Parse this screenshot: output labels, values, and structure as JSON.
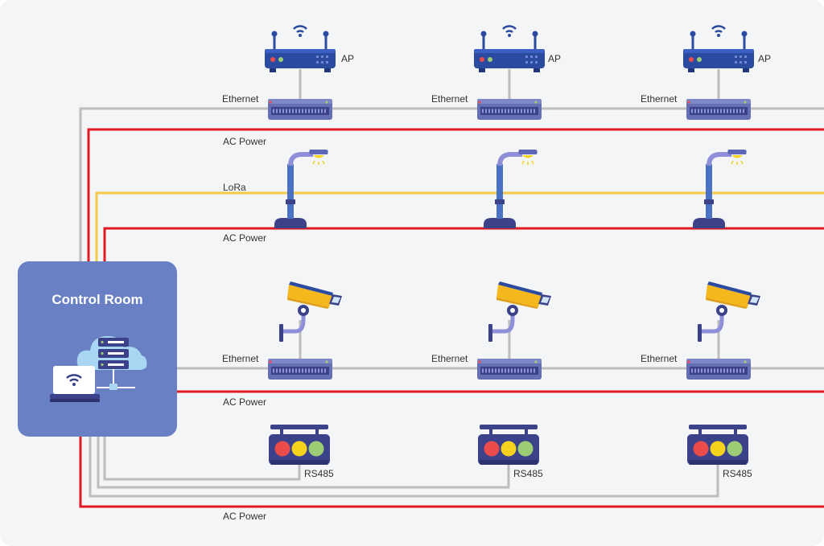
{
  "control_room": {
    "title": "Control Room"
  },
  "labels": {
    "ethernet": "Ethernet",
    "ac_power": "AC Power",
    "lora": "LoRa",
    "ap": "AP",
    "rs485": "RS485"
  },
  "colors": {
    "background": "#f4f5f6",
    "control_room": "#6a80c4",
    "ethernet_line": "#bdbdbd",
    "ac_power_line": "#e21b23",
    "lora_line": "#f2c94c",
    "device_blue": "#2b4ba0",
    "switch_body": "#6570b4",
    "traffic_red": "#ec4b4b",
    "traffic_yellow": "#f5d31c",
    "traffic_green": "#9ccc74"
  },
  "icons": [
    "router-icon",
    "network-switch-icon",
    "street-lamp-icon",
    "security-camera-icon",
    "traffic-light-icon",
    "laptop-icon",
    "wifi-icon",
    "cloud-server-icon"
  ]
}
